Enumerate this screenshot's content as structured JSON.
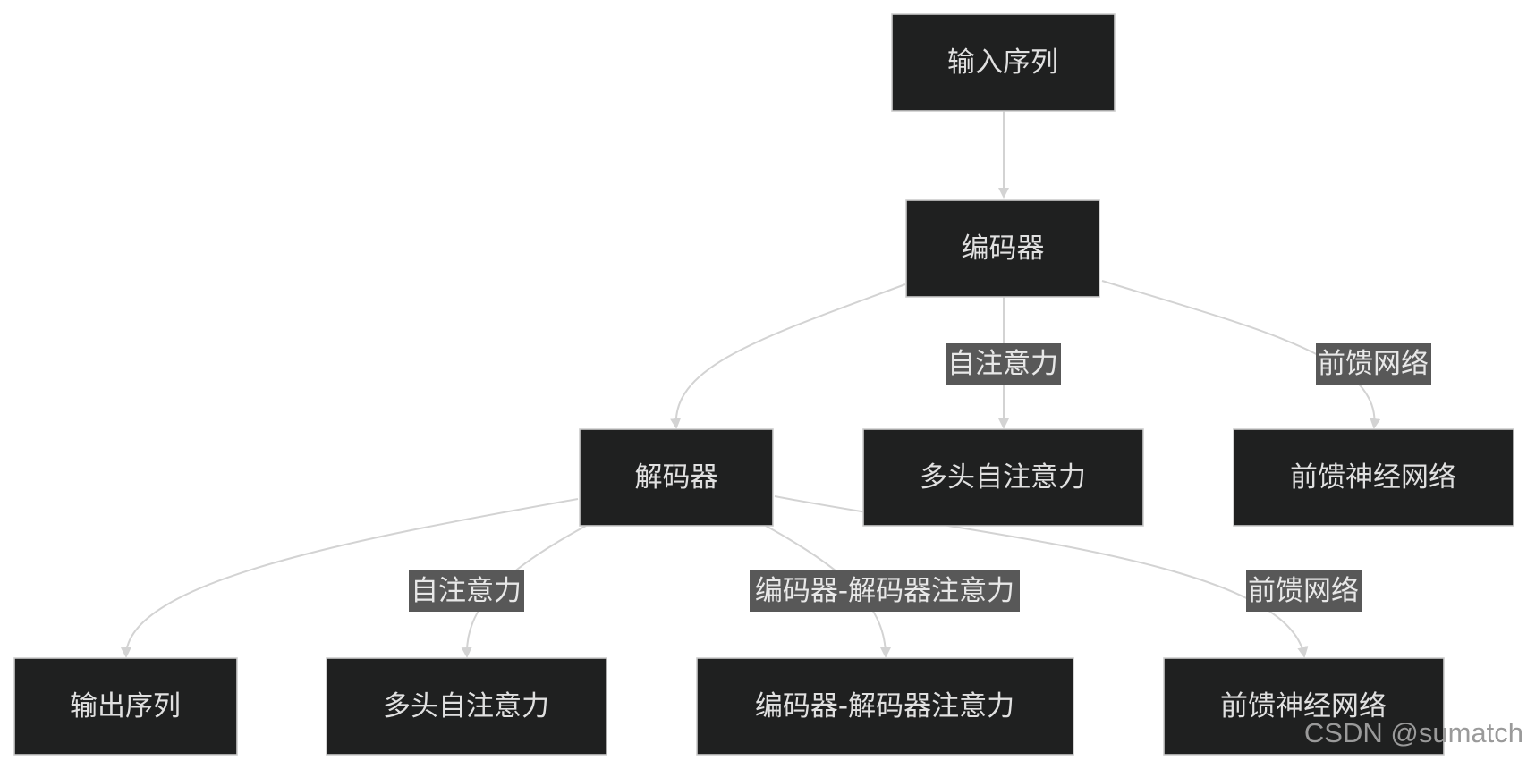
{
  "nodes": {
    "input_sequence": "输入序列",
    "encoder": "编码器",
    "decoder": "解码器",
    "enc_mhsa": "多头自注意力",
    "enc_ffn": "前馈神经网络",
    "output_sequence": "输出序列",
    "dec_mhsa": "多头自注意力",
    "dec_cross_attn": "编码器-解码器注意力",
    "dec_ffn": "前馈神经网络"
  },
  "edges": {
    "encoder_self_attention": "自注意力",
    "encoder_feedforward": "前馈网络",
    "decoder_self_attention": "自注意力",
    "decoder_cross_attention": "编码器-解码器注意力",
    "decoder_feedforward": "前馈网络"
  },
  "colors": {
    "node_fill": "#1f2020",
    "node_border": "#cccccc",
    "node_text": "#e0e0e0",
    "edge_line": "#d3d3d3",
    "edge_label_bg": "#585858"
  },
  "watermark": "CSDN @sumatch"
}
